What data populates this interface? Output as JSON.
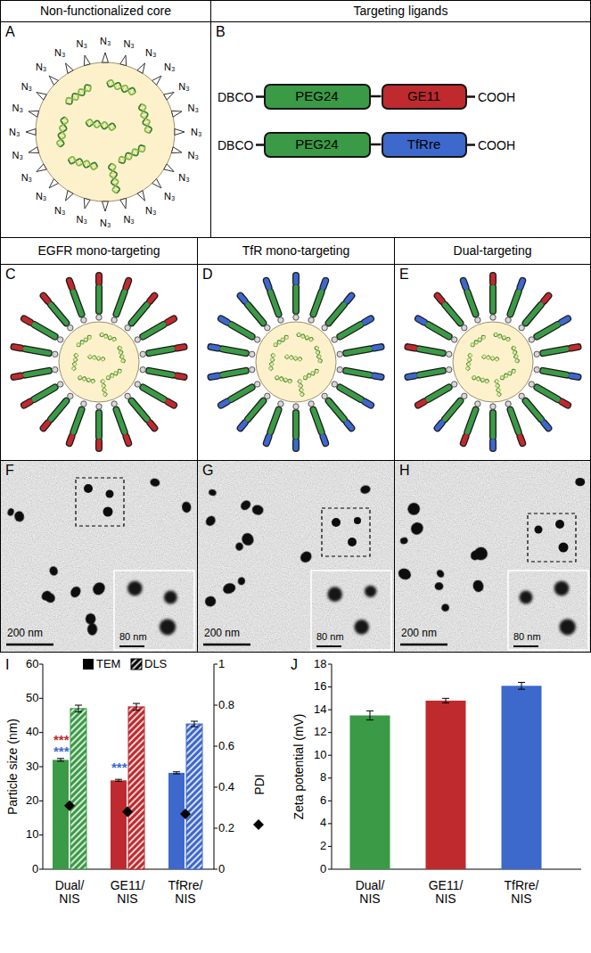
{
  "diagram": {
    "nodes": [
      {
        "text": [
          "Non-functionalized core"
        ]
      },
      {
        "text": [
          "Targeting ligands"
        ]
      },
      {
        "text": [
          "A"
        ]
      },
      {
        "text": [
          "B"
        ]
      },
      {
        "text": [
          "PEG24"
        ],
        "in": 3
      },
      {
        "text": [
          "GE11"
        ],
        "in": 3
      },
      {
        "text": [
          "PEG24"
        ],
        "in": 3
      },
      {
        "text": [
          "TfRre"
        ],
        "in": 3
      },
      {
        "text": [
          "EGFR mono-targeting"
        ]
      },
      {
        "text": [
          "TfR mono-targeting"
        ]
      },
      {
        "text": [
          "Dual-targeting"
        ]
      },
      {
        "text": [
          "C"
        ]
      },
      {
        "text": [
          "D"
        ]
      },
      {
        "text": [
          "E"
        ]
      },
      {
        "text": [
          "F"
        ]
      },
      {
        "text": [
          "G"
        ]
      },
      {
        "text": [
          "H"
        ]
      }
    ],
    "edges": [
      {
        "from": 4,
        "to": 5,
        "arrow": "none"
      },
      {
        "from": 6,
        "to": 7,
        "arrow": "none"
      }
    ],
    "labels": [
      "N₃",
      "N₃",
      "N₃",
      "N₃",
      "N₃",
      "N₃",
      "N₃",
      "N₃",
      "N₃",
      "N₃",
      "N₃",
      "N₃",
      "N₃",
      "N₃",
      "N₃",
      "N₃",
      "N₃",
      "N₃",
      "N₃",
      "N₃",
      "N₃",
      "N₃",
      "N₃",
      "N₃",
      "DBCO",
      "COOH",
      "DBCO",
      "COOH",
      "200 nm",
      "80 nm",
      "200 nm",
      "80 nm",
      "200 nm",
      "80 nm",
      "I",
      "Particle size (nm)",
      "0",
      "10",
      "20",
      "30",
      "40",
      "50",
      "60",
      "0",
      "0.2",
      "0.4",
      "0.6",
      "0.8",
      "1",
      "PDI",
      "***",
      "***",
      "***",
      "Dual/ NIS",
      "GE11/ NIS",
      "TfRre/ NIS",
      "J",
      "Zeta potential (mV)",
      "0",
      "2",
      "4",
      "6",
      "8",
      "10",
      "12",
      "14",
      "16",
      "18",
      "Dual/ NIS",
      "GE11/ NIS",
      "TfRre/ NIS"
    ],
    "legend": [
      {
        "text": "TEM",
        "color": "#000000"
      },
      {
        "text": "DLS"
      }
    ]
  }
}
